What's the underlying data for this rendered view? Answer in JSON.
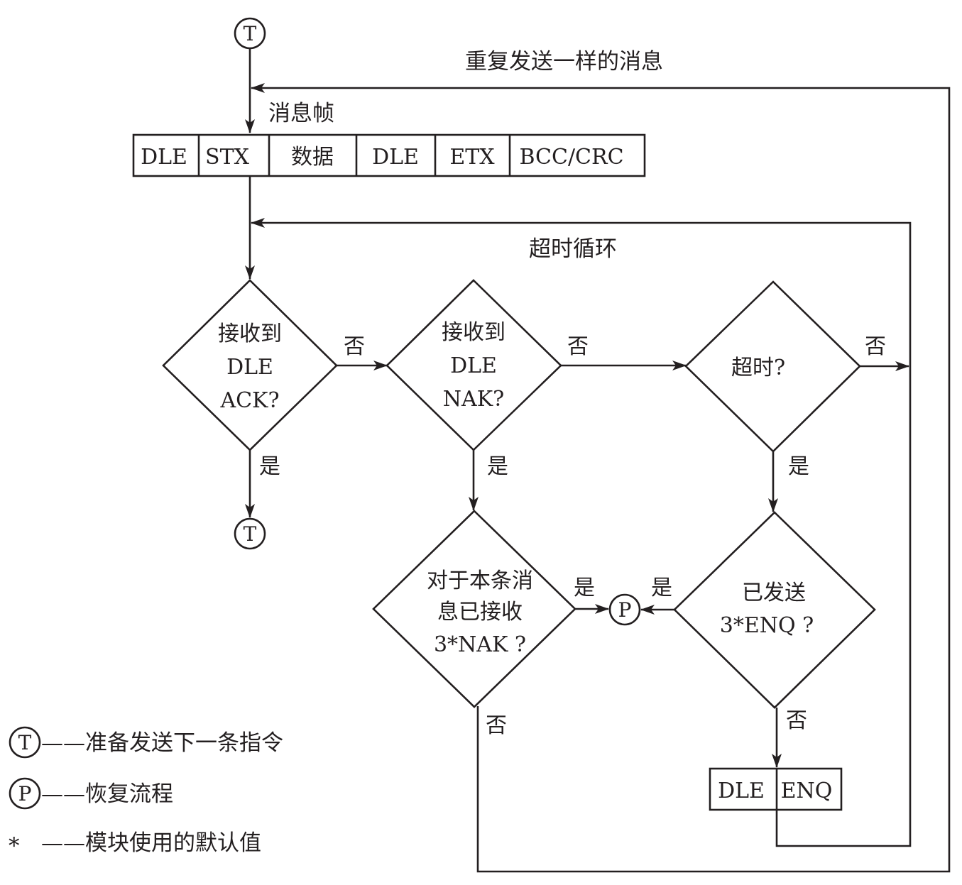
{
  "connectors": {
    "T": "T",
    "P": "P"
  },
  "loops": {
    "repeat": "重复发送一样的消息",
    "timeout": "超时循环"
  },
  "frame": {
    "title": "消息帧",
    "cells": [
      "DLE",
      "STX",
      "数据",
      "DLE",
      "ETX",
      "BCC/CRC"
    ]
  },
  "decisions": {
    "ack": [
      "接收到",
      "DLE",
      "ACK?"
    ],
    "nak": [
      "接收到",
      "DLE",
      "NAK?"
    ],
    "timeout": "超时?",
    "nak3": [
      "对于本条消",
      "息已接收",
      "3*NAK ?"
    ],
    "enq3": [
      "已发送",
      "3*ENQ ?"
    ]
  },
  "edge_labels": {
    "yes": "是",
    "no": "否"
  },
  "enq_frame": {
    "cells": [
      "DLE",
      "ENQ"
    ]
  },
  "legend": {
    "t_desc": "——准备发送下一条指令",
    "p_desc": "——恢复流程",
    "star_symbol": "*",
    "star_desc": "——模块使用的默认值"
  },
  "colors": {
    "ink": "#231f20",
    "background": "#ffffff"
  }
}
